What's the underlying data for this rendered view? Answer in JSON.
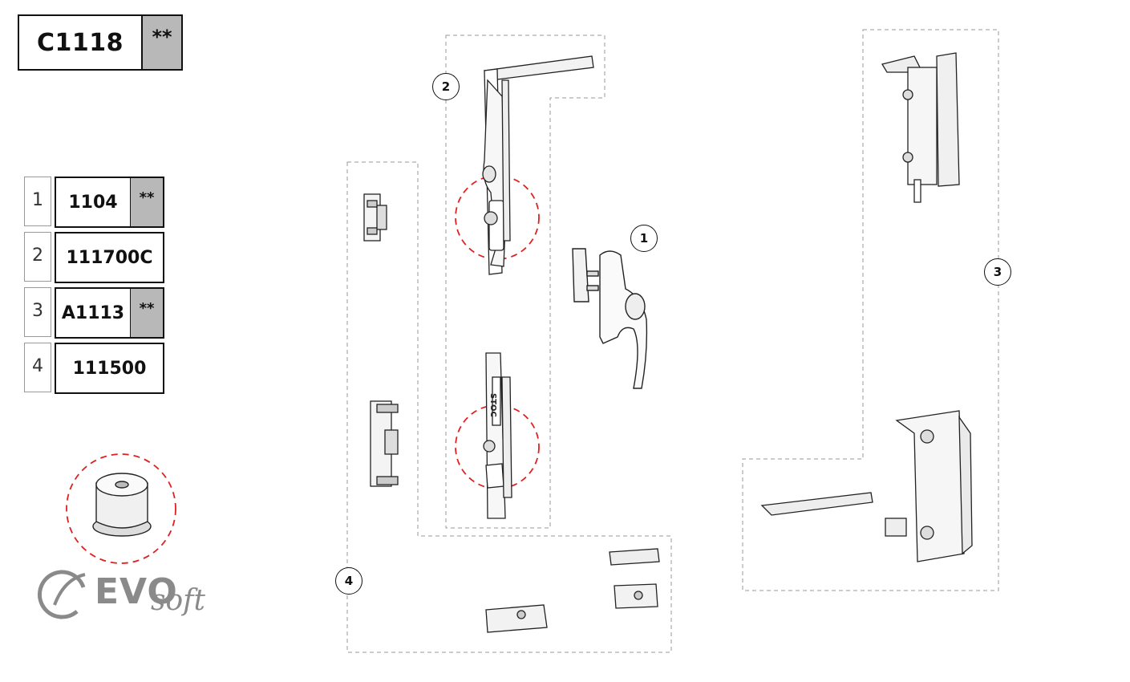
{
  "title": {
    "code": "C1118",
    "stars": "**"
  },
  "parts": [
    {
      "num": "1",
      "code": "1104",
      "stars": "**"
    },
    {
      "num": "2",
      "code": "111700C",
      "stars": ""
    },
    {
      "num": "3",
      "code": "A1113",
      "stars": "**"
    },
    {
      "num": "4",
      "code": "111500",
      "stars": ""
    }
  ],
  "callouts": {
    "c1": "1",
    "c2": "2",
    "c3": "3",
    "c4": "4"
  },
  "engravings": {
    "stoc": "STOC"
  },
  "logo": {
    "evo": "EVO",
    "soft": "soft"
  },
  "colors": {
    "highlight_red": "#e02020",
    "star_fill": "#b8b8b8",
    "logo_gray": "#8a8a8a"
  }
}
